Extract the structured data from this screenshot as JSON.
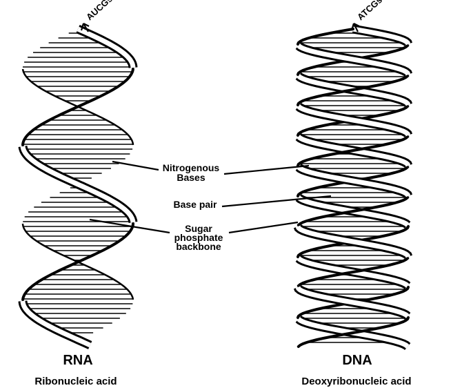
{
  "diagram": {
    "molecules": [
      {
        "id": "rna",
        "name": "RNA",
        "full_name": "Ribonucleic acid",
        "bases_label": "AUCGs",
        "strands": 1
      },
      {
        "id": "dna",
        "name": "DNA",
        "full_name": "Deoxyribonucleic acid",
        "bases_label": "ATCGs",
        "strands": 2
      }
    ],
    "labels": {
      "nitrogenous_bases": [
        "Nitrogenous",
        "Bases"
      ],
      "base_pair": "Base pair",
      "sugar_phosphate_backbone": [
        "Sugar",
        "phosphate",
        "backbone"
      ]
    }
  }
}
